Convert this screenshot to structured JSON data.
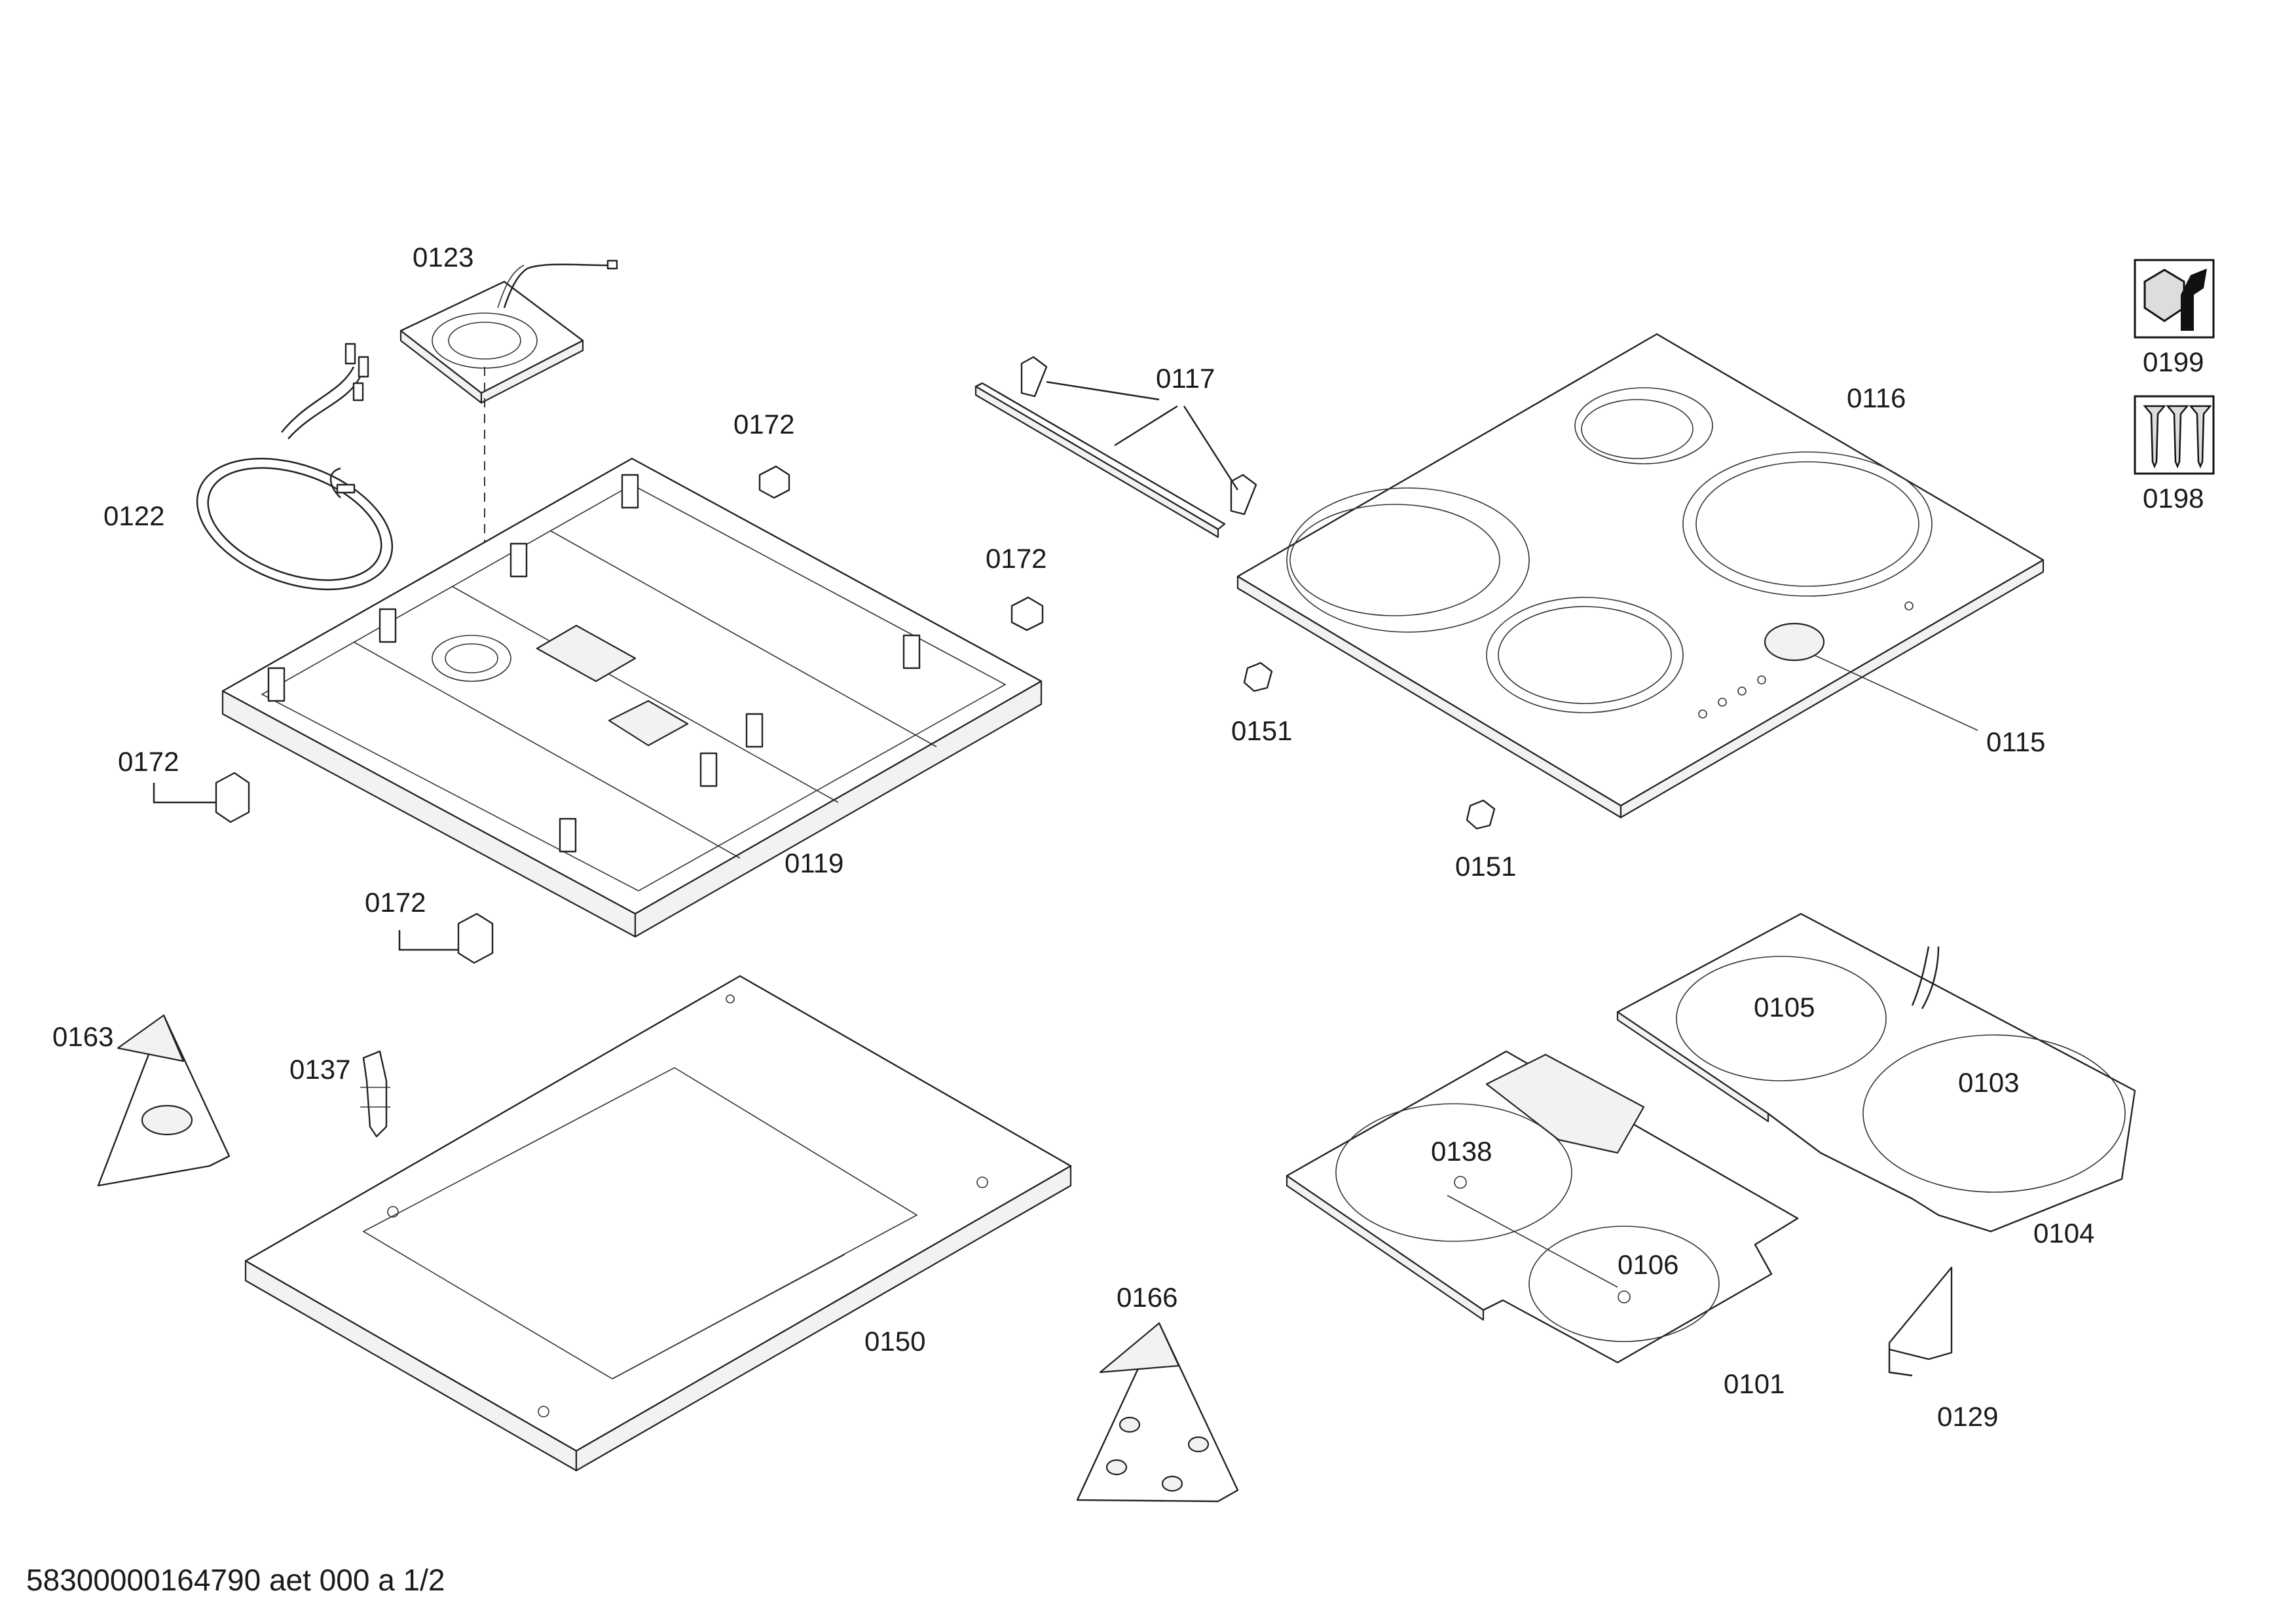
{
  "document": {
    "footer": "58300000164790 aet 000 a 1/2"
  },
  "parts": {
    "p0101": "0101",
    "p0103": "0103",
    "p0104": "0104",
    "p0105": "0105",
    "p0106": "0106",
    "p0115": "0115",
    "p0116": "0116",
    "p0117": "0117",
    "p0119": "0119",
    "p0122": "0122",
    "p0123": "0123",
    "p0129": "0129",
    "p0137": "0137",
    "p0138": "0138",
    "p0150": "0150",
    "p0151": "0151",
    "p0163": "0163",
    "p0166": "0166",
    "p0172": "0172",
    "p0198": "0198",
    "p0199": "0199"
  },
  "icons": {
    "service_tools": "wrench-nut-icon",
    "screw_set": "screws-icon"
  }
}
